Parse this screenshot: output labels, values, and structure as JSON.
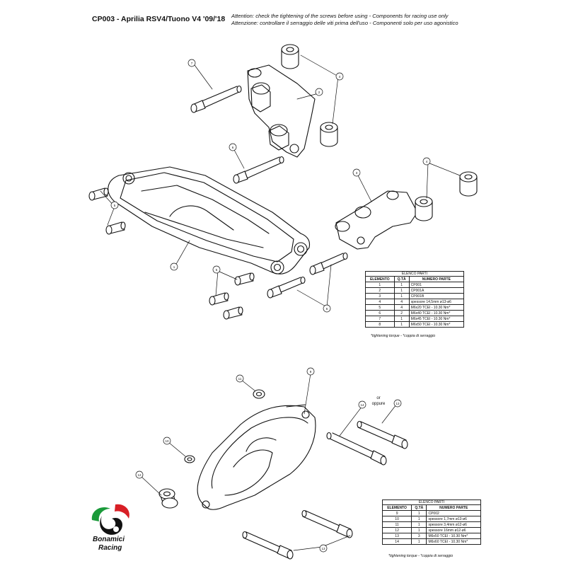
{
  "header": {
    "title": "CP003 - Aprilia RSV4/Tuono V4 '09/'18",
    "note_en": "Attention: check the tightening of the screws before using - Components for racing use only",
    "note_it": "Attenzione: controllare il serraggio delle viti prima dell'uso - Componenti solo per uso agonistico"
  },
  "callouts_top": [
    "7",
    "2",
    "4",
    "6",
    "3",
    "4",
    "5",
    "1",
    "5",
    "6"
  ],
  "callouts_bottom": [
    "11",
    "9",
    "14",
    "13",
    "10",
    "12",
    "13"
  ],
  "or_label": "or",
  "oppure_label": "oppure",
  "table1": {
    "caption": "ELENCO PARTI",
    "headers": [
      "ELEMENTO",
      "Q.TÀ",
      "NUMERO PARTE"
    ],
    "rows": [
      [
        "1",
        "1",
        "CP001"
      ],
      [
        "2",
        "1",
        "CP001A"
      ],
      [
        "3",
        "1",
        "CP001B"
      ],
      [
        "4",
        "4",
        "spessore 14,5mm ø13-ø6"
      ],
      [
        "5",
        "4",
        "M6x20 TCEI - 10.30 Nm*"
      ],
      [
        "6",
        "2",
        "M6x40 TCEI - 10.30 Nm*"
      ],
      [
        "7",
        "1",
        "M6x45 TCEI - 10.30 Nm*"
      ],
      [
        "8",
        "1",
        "M6x50 TCEI - 10.30 Nm*"
      ]
    ],
    "note": "*tightening torque - *coppia di serraggio"
  },
  "table2": {
    "caption": "ELENCO PARTI",
    "headers": [
      "ELEMENTO",
      "Q.TÀ",
      "NUMERO PARTE"
    ],
    "rows": [
      [
        "9",
        "1",
        "CP002"
      ],
      [
        "10",
        "1",
        "spessore 1,7mm ø13-ø6"
      ],
      [
        "11",
        "1",
        "spessore 3,4mm ø12-ø6"
      ],
      [
        "12",
        "1",
        "spessore 16mm ø12-ø6"
      ],
      [
        "13",
        "3",
        "M6x50 TCEI - 10.30 Nm*"
      ],
      [
        "14",
        "1",
        "M6x60 TCEI - 10.30 Nm*"
      ]
    ],
    "note": "*tightening torque - *coppia di serraggio"
  },
  "logo": {
    "line1": "Bonamici",
    "line2": "Racing",
    "colors": {
      "green": "#1a9a3a",
      "red": "#d81f26",
      "black": "#111111"
    }
  }
}
